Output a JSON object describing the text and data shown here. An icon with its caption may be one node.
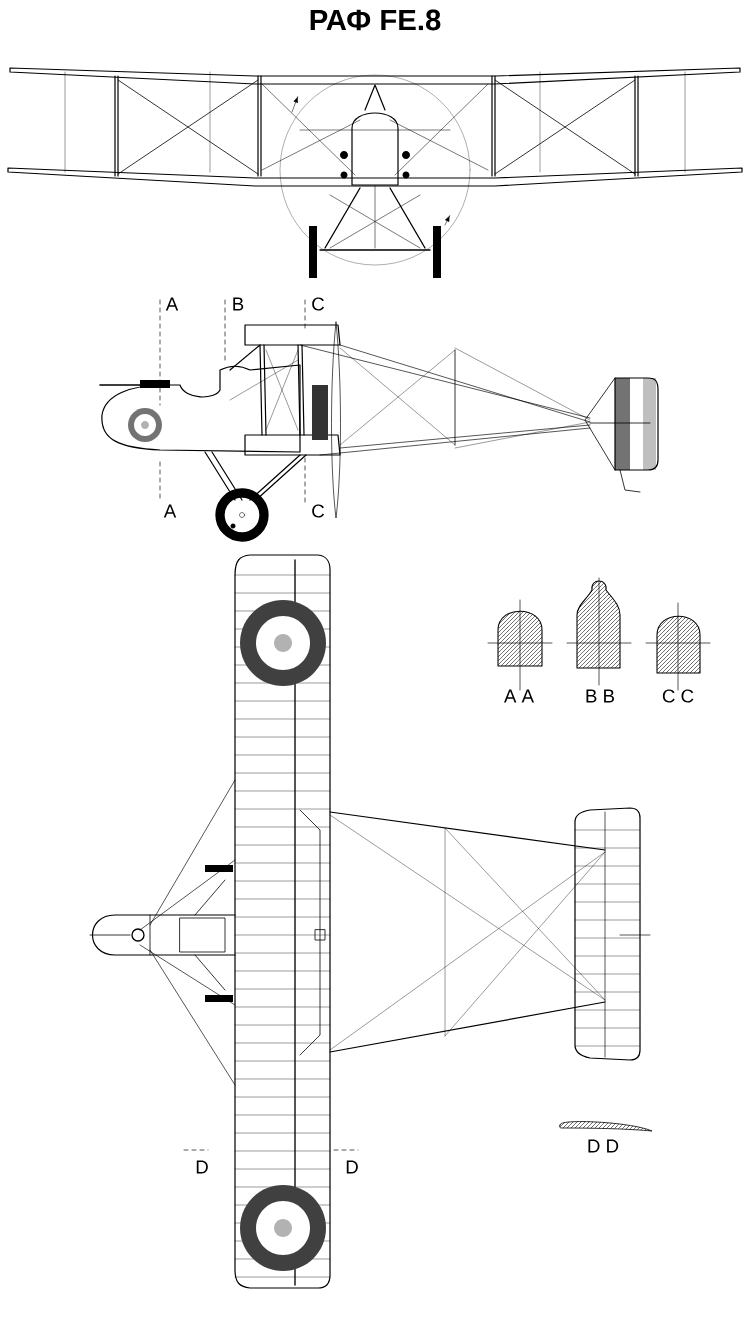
{
  "diagram": {
    "title": "РАФ FE.8",
    "labels": [
      "A",
      "B",
      "C",
      "A",
      "C",
      "A A",
      "B B",
      "C C",
      "D D",
      "D",
      "D"
    ]
  }
}
